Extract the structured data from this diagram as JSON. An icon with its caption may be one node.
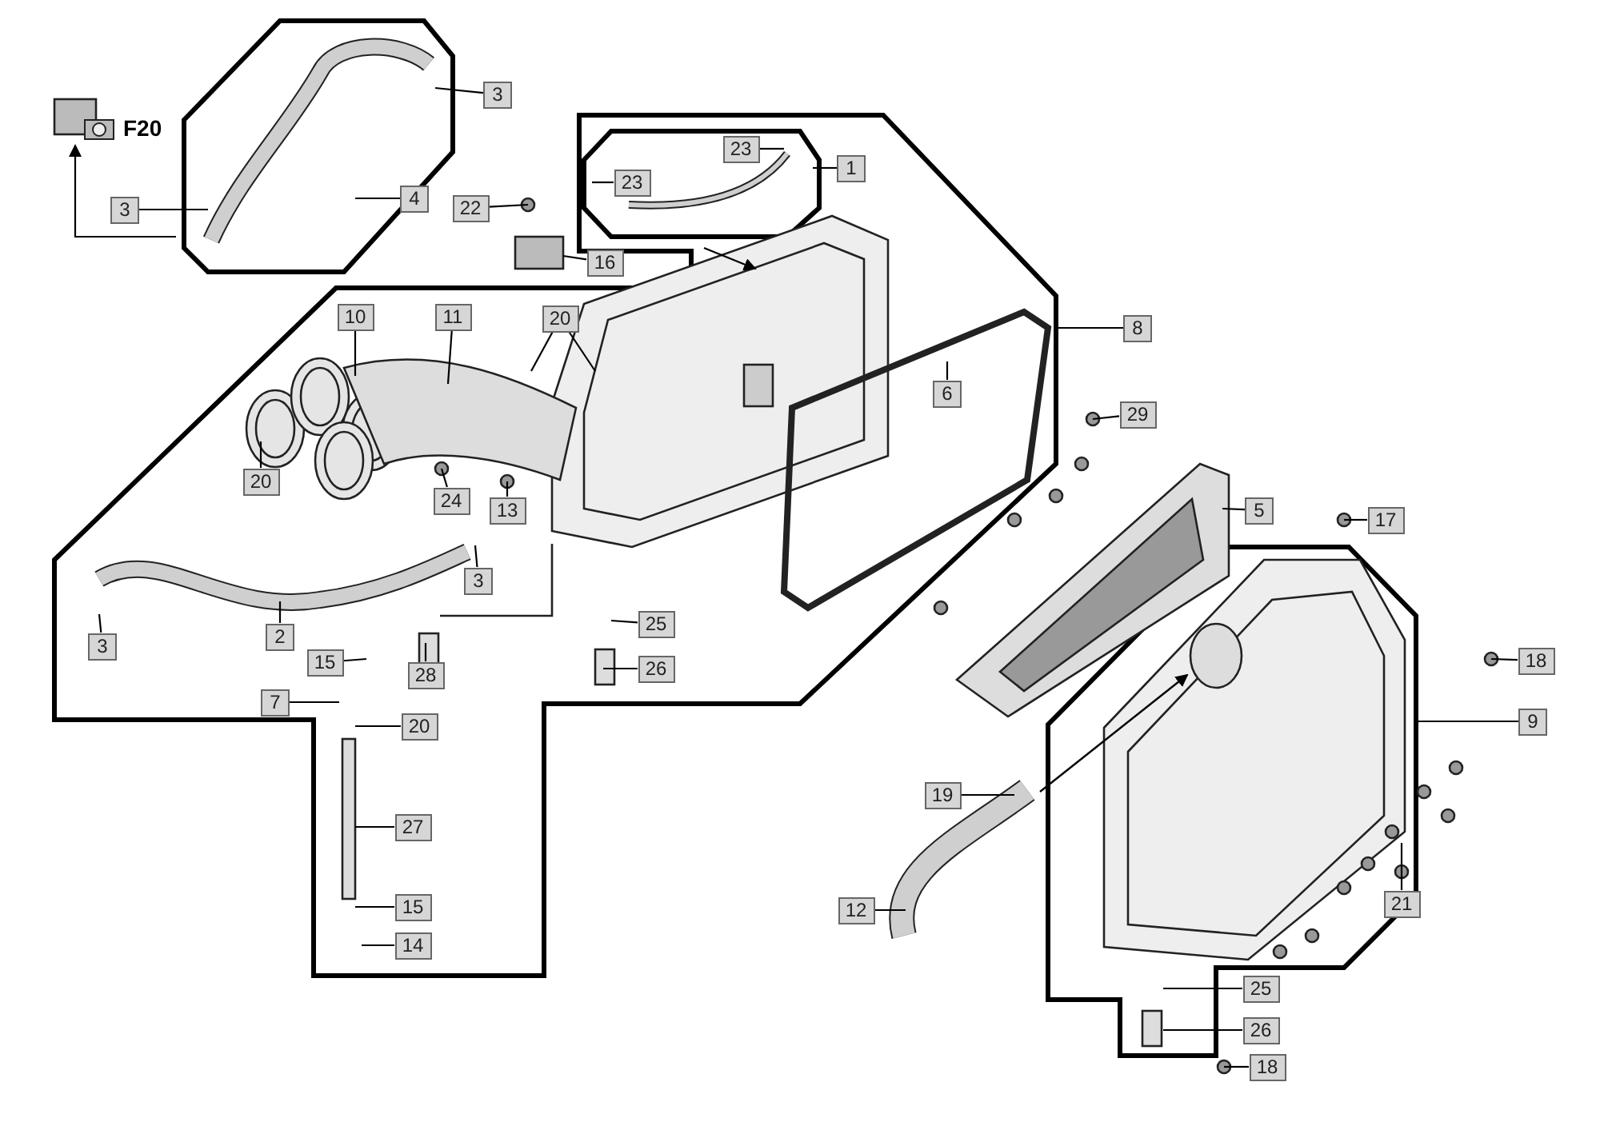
{
  "diagram": {
    "nodes": [
      {
        "text": [
          "3"
        ]
      },
      {
        "text": [
          "F20"
        ]
      },
      {
        "text": [
          "23"
        ]
      },
      {
        "text": [
          "1"
        ]
      },
      {
        "text": [
          "23"
        ]
      },
      {
        "text": [
          "3"
        ]
      },
      {
        "text": [
          "4"
        ]
      },
      {
        "text": [
          "22"
        ]
      },
      {
        "text": [
          "16"
        ]
      },
      {
        "text": [
          "10"
        ]
      },
      {
        "text": [
          "11"
        ]
      },
      {
        "text": [
          "20"
        ]
      },
      {
        "text": [
          "8"
        ]
      },
      {
        "text": [
          "6"
        ]
      },
      {
        "text": [
          "29"
        ]
      },
      {
        "text": [
          "20"
        ]
      },
      {
        "text": [
          "24"
        ]
      },
      {
        "text": [
          "13"
        ]
      },
      {
        "text": [
          "5"
        ]
      },
      {
        "text": [
          "17"
        ]
      },
      {
        "text": [
          "3"
        ]
      },
      {
        "text": [
          "2"
        ]
      },
      {
        "text": [
          "3"
        ]
      },
      {
        "text": [
          "25"
        ]
      },
      {
        "text": [
          "15"
        ]
      },
      {
        "text": [
          "28"
        ]
      },
      {
        "text": [
          "26"
        ]
      },
      {
        "text": [
          "18"
        ]
      },
      {
        "text": [
          "7"
        ]
      },
      {
        "text": [
          "9"
        ]
      },
      {
        "text": [
          "20"
        ]
      },
      {
        "text": [
          "19"
        ]
      },
      {
        "text": [
          "27"
        ]
      },
      {
        "text": [
          "21"
        ]
      },
      {
        "text": [
          "12"
        ]
      },
      {
        "text": [
          "15"
        ]
      },
      {
        "text": [
          "14"
        ]
      },
      {
        "text": [
          "25"
        ]
      },
      {
        "text": [
          "26"
        ]
      },
      {
        "text": [
          "18"
        ]
      }
    ],
    "edges": [
      {
        "from": 0,
        "to": null,
        "arrow": "none"
      },
      {
        "from": null,
        "to": 1,
        "arrow": "to"
      },
      {
        "from": 2,
        "to": null,
        "arrow": "none"
      },
      {
        "from": 3,
        "to": null,
        "arrow": "none"
      },
      {
        "from": 4,
        "to": null,
        "arrow": "none"
      },
      {
        "from": 5,
        "to": null,
        "arrow": "none"
      },
      {
        "from": 6,
        "to": null,
        "arrow": "none"
      },
      {
        "from": 7,
        "to": null,
        "arrow": "none"
      },
      {
        "from": 8,
        "to": null,
        "arrow": "none"
      },
      {
        "from": 9,
        "to": null,
        "arrow": "none"
      },
      {
        "from": 10,
        "to": null,
        "arrow": "none"
      },
      {
        "from": 11,
        "to": null,
        "arrow": "none"
      },
      {
        "from": 11,
        "to": null,
        "arrow": "none"
      },
      {
        "from": 12,
        "to": null,
        "arrow": "none"
      },
      {
        "from": 13,
        "to": null,
        "arrow": "none"
      },
      {
        "from": 14,
        "to": null,
        "arrow": "none"
      },
      {
        "from": 15,
        "to": null,
        "arrow": "none"
      },
      {
        "from": 16,
        "to": null,
        "arrow": "none"
      },
      {
        "from": 17,
        "to": null,
        "arrow": "none"
      },
      {
        "from": 18,
        "to": null,
        "arrow": "none"
      },
      {
        "from": 19,
        "to": null,
        "arrow": "none"
      },
      {
        "from": 20,
        "to": null,
        "arrow": "none"
      },
      {
        "from": 21,
        "to": null,
        "arrow": "none"
      },
      {
        "from": 22,
        "to": null,
        "arrow": "none"
      },
      {
        "from": 23,
        "to": null,
        "arrow": "none"
      },
      {
        "from": 24,
        "to": null,
        "arrow": "none"
      },
      {
        "from": 25,
        "to": null,
        "arrow": "none"
      },
      {
        "from": 26,
        "to": null,
        "arrow": "none"
      },
      {
        "from": 27,
        "to": null,
        "arrow": "none"
      },
      {
        "from": 28,
        "to": null,
        "arrow": "none"
      },
      {
        "from": 29,
        "to": null,
        "arrow": "none"
      },
      {
        "from": 30,
        "to": null,
        "arrow": "none"
      },
      {
        "from": 31,
        "to": null,
        "arrow": "none"
      },
      {
        "from": 32,
        "to": null,
        "arrow": "none"
      },
      {
        "from": 33,
        "to": null,
        "arrow": "none"
      },
      {
        "from": 34,
        "to": null,
        "arrow": "none"
      },
      {
        "from": 35,
        "to": null,
        "arrow": "none"
      },
      {
        "from": 36,
        "to": null,
        "arrow": "none"
      },
      {
        "from": 37,
        "to": null,
        "arrow": "none"
      },
      {
        "from": 38,
        "to": null,
        "arrow": "none"
      },
      {
        "from": 39,
        "to": null,
        "arrow": "none"
      }
    ]
  }
}
